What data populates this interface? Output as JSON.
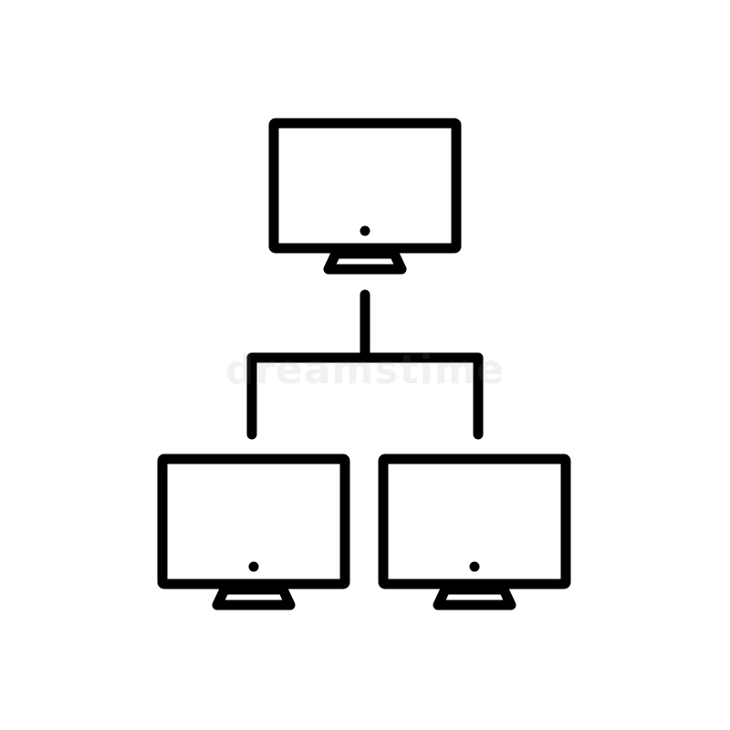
{
  "icon": {
    "name": "computer-network-hierarchy-icon",
    "stroke_color": "#000000",
    "background_color": "#ffffff",
    "monitors": [
      {
        "role": "server",
        "icon": "monitor-icon"
      },
      {
        "role": "client-left",
        "icon": "monitor-icon"
      },
      {
        "role": "client-right",
        "icon": "monitor-icon"
      }
    ]
  },
  "watermark": {
    "text": "dreamstime",
    "color": "#9a9a9a",
    "icon": "watermark-logo-icon"
  }
}
